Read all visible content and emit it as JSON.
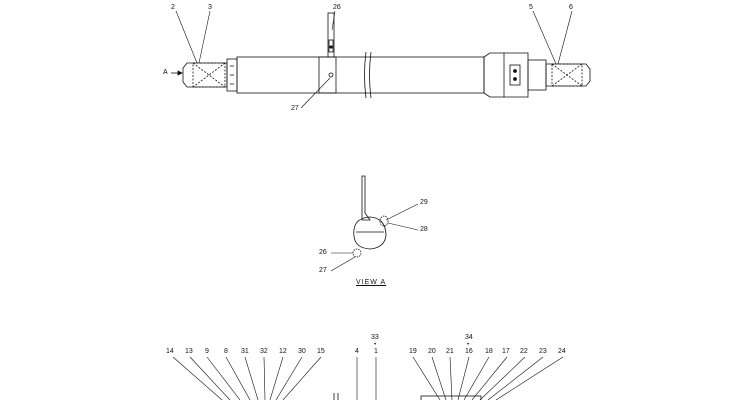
{
  "diagram": {
    "view_title": "VIEW  A",
    "arrow_label": "A",
    "colors": {
      "line": "#111111",
      "background": "#ffffff"
    },
    "callouts_top": [
      "2",
      "3",
      "26",
      "5",
      "6",
      "27"
    ],
    "callouts_view_a": [
      "29",
      "28",
      "26",
      "27"
    ],
    "callouts_bottom_left": [
      "14",
      "13",
      "9",
      "8",
      "31",
      "32",
      "12",
      "30",
      "15"
    ],
    "callouts_bottom_center": [
      "33",
      "4",
      "1"
    ],
    "callouts_bottom_right": [
      "34",
      "19",
      "20",
      "21",
      "16",
      "18",
      "17",
      "22",
      "23",
      "24"
    ],
    "marker_dot": "•"
  }
}
